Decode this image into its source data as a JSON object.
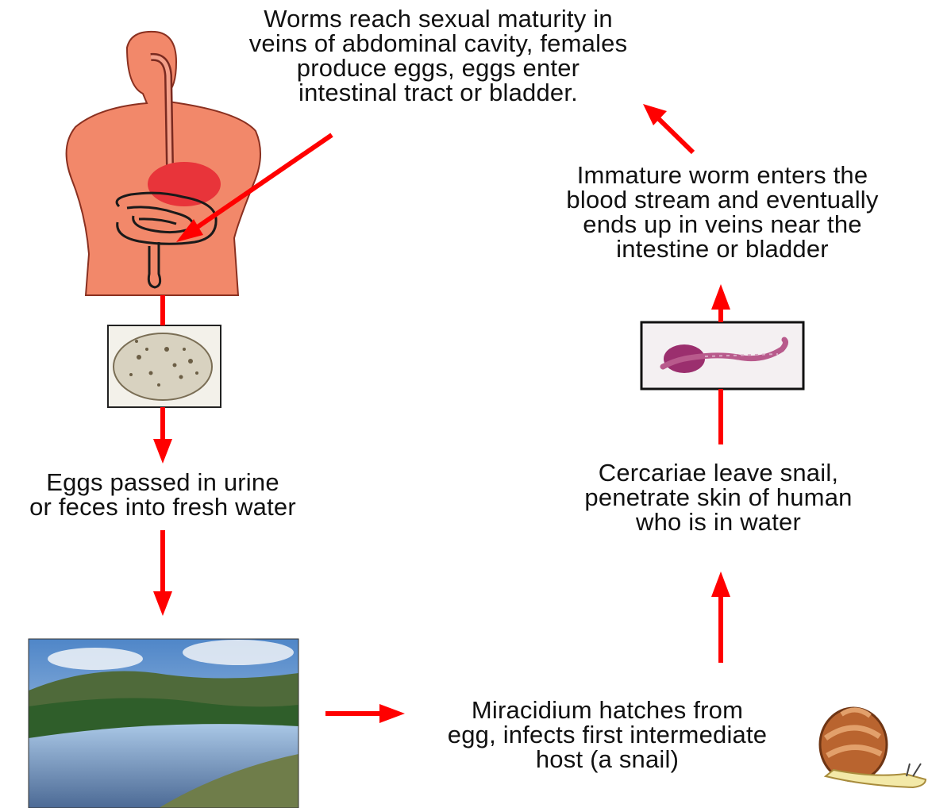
{
  "steps": {
    "maturity": {
      "lines": [
        "Worms reach sexual maturity in",
        "veins of abdominal cavity, females",
        "produce eggs, eggs enter",
        "intestinal tract or bladder."
      ]
    },
    "eggs_passed": {
      "lines": [
        "Eggs passed in urine",
        "or feces into fresh water"
      ]
    },
    "miracidium": {
      "lines": [
        "Miracidium hatches from",
        "egg, infects first intermediate",
        "host (a snail)"
      ]
    },
    "cercariae": {
      "lines": [
        "Cercariae leave snail,",
        "penetrate skin of human",
        "who is in water"
      ]
    },
    "immature": {
      "lines": [
        "Immature worm enters the",
        "blood stream and eventually",
        "ends up in veins near the",
        "intestine or bladder"
      ]
    }
  },
  "colors": {
    "arrow": "#ff0000",
    "body": "#f2886a",
    "stomach": "#e8343a",
    "text": "#111111"
  },
  "icons": {
    "human": "human-torso-anatomy",
    "egg": "egg-micrograph",
    "water": "river-landscape-photo",
    "snail": "snail-icon",
    "worm": "schistosome-worm-micrograph"
  }
}
